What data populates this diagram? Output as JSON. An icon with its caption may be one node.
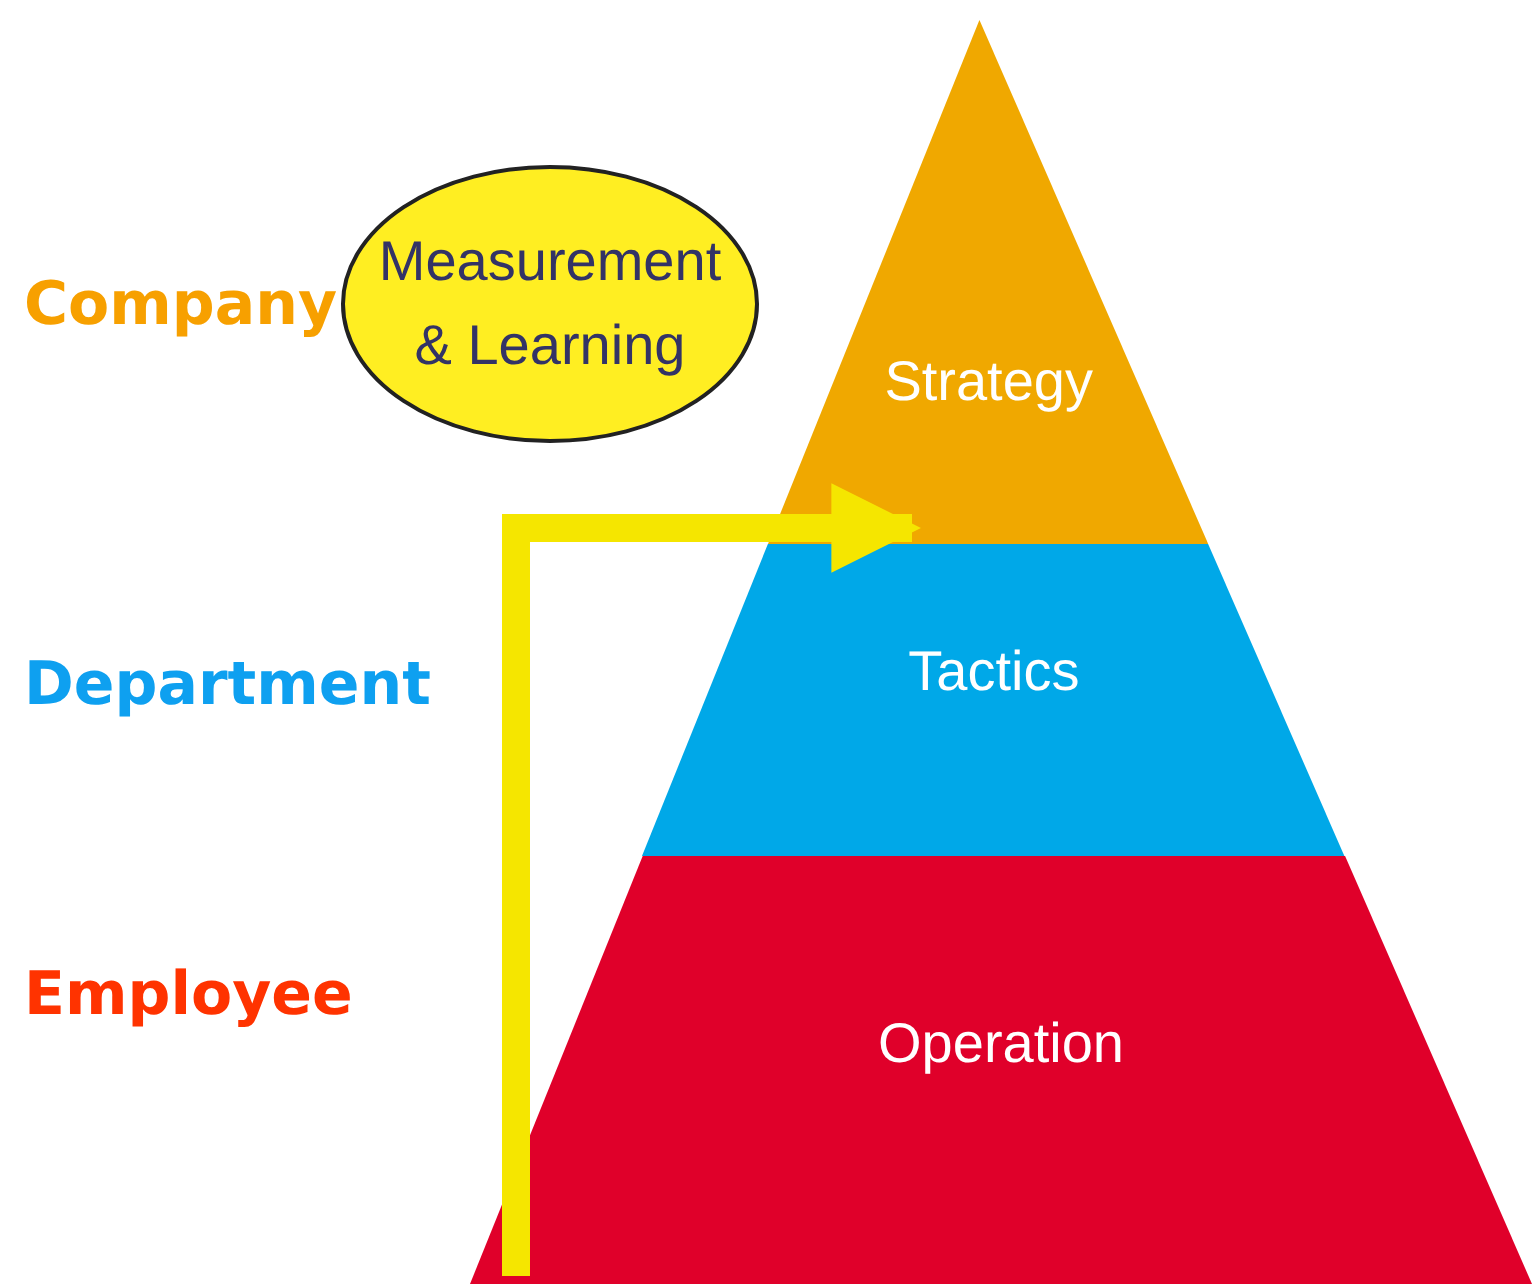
{
  "diagram": {
    "nodes": [
      {
        "text": [
          "Measurement & Learning"
        ]
      },
      {
        "text": [
          "Strategy"
        ]
      },
      {
        "text": [
          "Tactics"
        ]
      },
      {
        "text": [
          "Operation"
        ]
      }
    ],
    "edges": [
      {
        "from": 3,
        "to": 1,
        "arrow": "to"
      }
    ],
    "labels": [
      "Company",
      "Department",
      "Employee"
    ]
  }
}
